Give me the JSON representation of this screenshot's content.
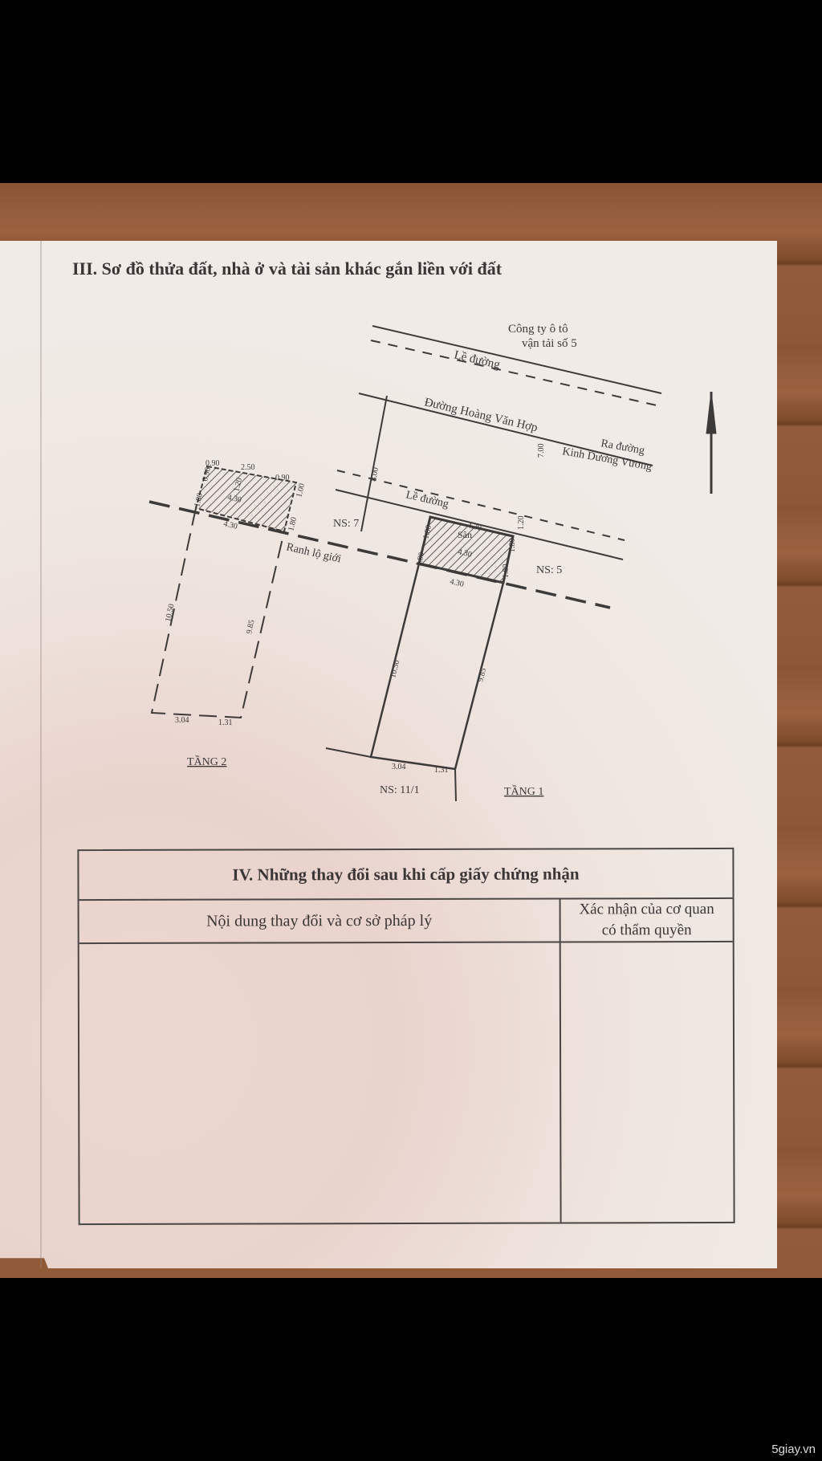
{
  "section3": {
    "title": "III. Sơ đồ thửa đất, nhà ở và tài sản khác gắn liền với đất",
    "labels": {
      "company_line1": "Công ty ô tô",
      "company_line2": "vận tải số 5",
      "sidewalk_top": "Lề đường",
      "street": "Đường Hoàng Văn Hợp",
      "exit_line1": "Ra đường",
      "exit_line2": "Kinh Dương Vương",
      "road_width": "7.00",
      "lane_width": "8.00",
      "sidewalk_bottom": "Lề đường",
      "boundary": "Ranh lộ giới",
      "ns7": "NS: 7",
      "ns5": "NS: 5",
      "ns11": "NS: 11/1",
      "yard": "Sân",
      "floor1": "TẦNG 1",
      "floor2": "TẦNG 2"
    },
    "floor1_dims": {
      "front": "4.30",
      "mid": "4.30",
      "back": "4.30",
      "left_a": "1.80",
      "left_b": "1.80",
      "right_a": "1.20",
      "right_b": "1.80",
      "right_c": "1.80",
      "left_side": "10.50",
      "right_side": "9.85",
      "bottom_a": "3.04",
      "bottom_b": "1.31"
    },
    "floor2_dims": {
      "top_a": "0.90",
      "top_b": "2.50",
      "top_c": "0.90",
      "inner": "1.20",
      "mid": "4.30",
      "back": "4.30",
      "left_a": "0.90",
      "left_b": "1.80",
      "right_a": "1.00",
      "right_b": "1.80",
      "left_side": "10.50",
      "right_side": "9.85",
      "bottom_a": "3.04",
      "bottom_b": "1.31"
    }
  },
  "section4": {
    "title": "IV. Những thay đổi sau khi cấp giấy chứng nhận",
    "col1": "Nội dung thay đổi và cơ sở pháp lý",
    "col2_line1": "Xác nhận của cơ quan",
    "col2_line2": "có thẩm quyền"
  },
  "watermark": "5giay.vn",
  "colors": {
    "ink": "#3d3a3a",
    "paper": "#efe6e0",
    "wood": "#8a5533"
  }
}
